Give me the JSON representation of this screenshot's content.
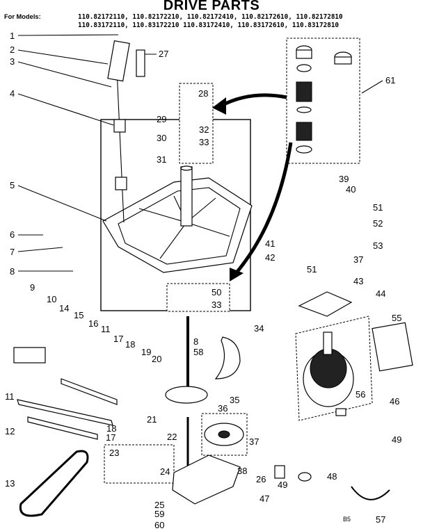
{
  "title": "DRIVE PARTS",
  "models_label": "For Models:",
  "models_line1": "110.82172110, 110.82172210, 110.82172410, 110.82172610, 110.82172810",
  "models_line2": "110.83172110, 110.83172210  110.83172410, 110.83172610, 110.83172810",
  "page_mark": "B5",
  "callouts": [
    "1",
    "2",
    "3",
    "4",
    "5",
    "6",
    "7",
    "8",
    "9",
    "10",
    "11",
    "11",
    "12",
    "13",
    "14",
    "15",
    "16",
    "17",
    "17",
    "18",
    "18",
    "19",
    "20",
    "21",
    "22",
    "23",
    "24",
    "25",
    "26",
    "27",
    "28",
    "29",
    "30",
    "31",
    "32",
    "33",
    "33",
    "34",
    "35",
    "36",
    "37",
    "37",
    "38",
    "39",
    "40",
    "41",
    "42",
    "43",
    "44",
    "46",
    "47",
    "48",
    "49",
    "49",
    "50",
    "51",
    "51",
    "52",
    "53",
    "55",
    "56",
    "57",
    "58",
    "59",
    "60",
    "61",
    "8"
  ]
}
